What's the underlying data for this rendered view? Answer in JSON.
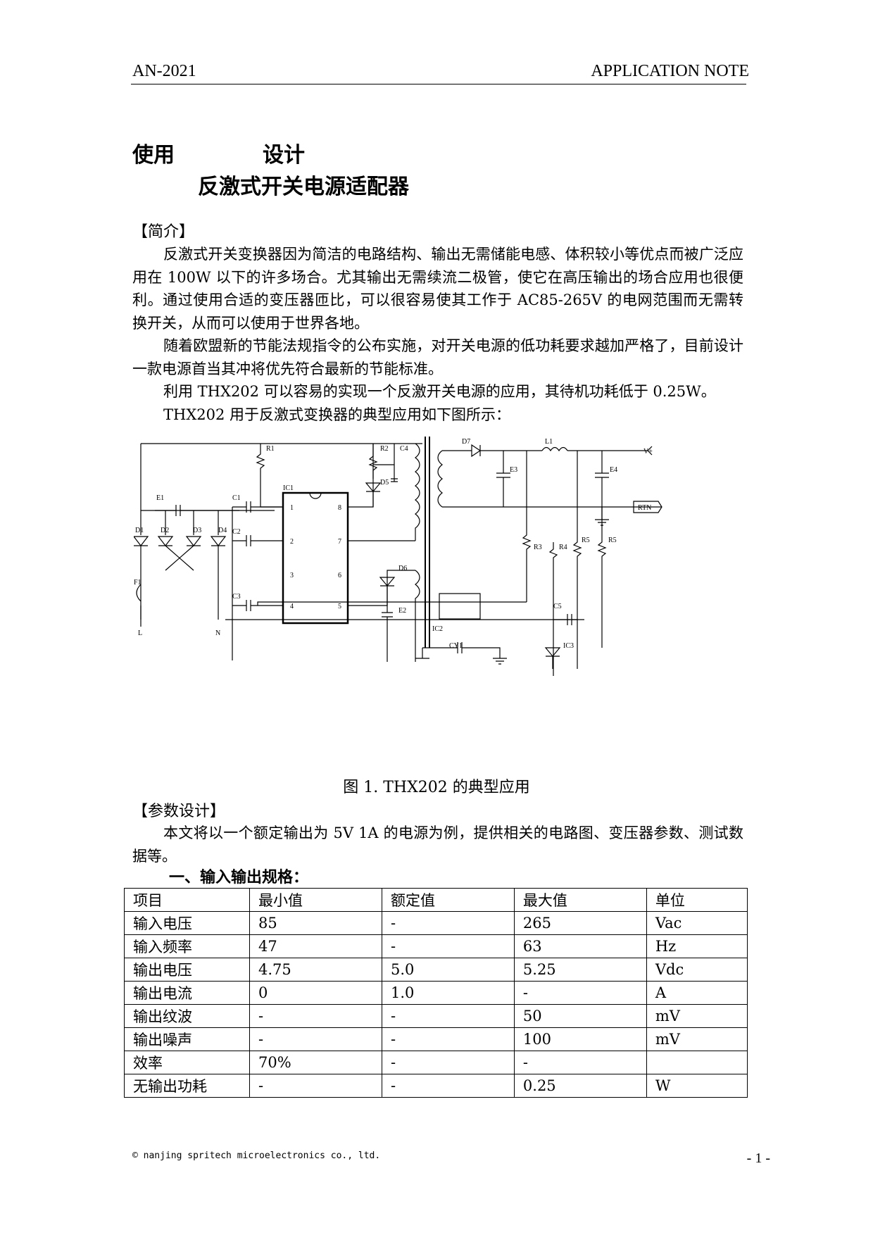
{
  "header": {
    "doc_id": "AN-2021",
    "doc_type": "APPLICATION NOTE"
  },
  "title": {
    "line1_a": "使用",
    "line1_b": "设计",
    "line2": "反激式开关电源适配器"
  },
  "intro": {
    "heading": "【简介】",
    "paragraphs": [
      "反激式开关变换器因为简洁的电路结构、输出无需储能电感、体积较小等优点而被广泛应用在 100W 以下的许多场合。尤其输出无需续流二极管，使它在高压输出的场合应用也很便利。通过使用合适的变压器匝比，可以很容易使其工作于 AC85-265V 的电网范围而无需转换开关，从而可以使用于世界各地。",
      "随着欧盟新的节能法规指令的公布实施，对开关电源的低功耗要求越加严格了，目前设计一款电源首当其冲将优先符合最新的节能标准。",
      "利用 THX202 可以容易的实现一个反激开关电源的应用，其待机功耗低于 0.25W。",
      "THX202 用于反激式变换器的典型应用如下图所示："
    ]
  },
  "figure": {
    "caption": "图 1. THX202 的典型应用",
    "labels": {
      "R1": "R1",
      "R2": "R2",
      "R3": "R3",
      "R4": "R4",
      "R5": "R5",
      "R6": "R5",
      "C1": "C1",
      "C2": "C2",
      "C3": "C3",
      "C4": "C4",
      "C5": "C5",
      "D1": "D1",
      "D2": "D2",
      "D3": "D3",
      "D4": "D4",
      "D5": "D5",
      "D6": "D6",
      "D7": "D7",
      "E1": "E1",
      "E2": "E2",
      "E3": "E3",
      "E4": "E4",
      "F1": "F1",
      "L1": "L1",
      "IC1": "IC1",
      "IC2": "IC2",
      "IC3": "IC3",
      "CY1": "CY1",
      "L": "L",
      "N": "N",
      "VPLUS": "V+",
      "RTN": "RTN",
      "pin1": "1",
      "pin2": "2",
      "pin3": "3",
      "pin4": "4",
      "pin5": "5",
      "pin6": "6",
      "pin7": "7",
      "pin8": "8"
    }
  },
  "params": {
    "heading": "【参数设计】",
    "paragraph": "本文将以一个额定输出为 5V 1A 的电源为例，提供相关的电路图、变压器参数、测试数据等。",
    "subheading": "一、输入输出规格：",
    "table": {
      "headers": [
        "项目",
        "最小值",
        "额定值",
        "最大值",
        "单位"
      ],
      "rows": [
        [
          "输入电压",
          "85",
          "-",
          "265",
          "Vac"
        ],
        [
          "输入频率",
          "47",
          "-",
          "63",
          "Hz"
        ],
        [
          "输出电压",
          "4.75",
          "5.0",
          "5.25",
          "Vdc"
        ],
        [
          "输出电流",
          "0",
          "1.0",
          "-",
          "A"
        ],
        [
          "输出纹波",
          "-",
          "-",
          "50",
          "mV"
        ],
        [
          "输出噪声",
          "-",
          "-",
          "100",
          "mV"
        ],
        [
          "效率",
          "70%",
          "-",
          "-",
          ""
        ],
        [
          "无输出功耗",
          "-",
          "-",
          "0.25",
          "W"
        ]
      ]
    }
  },
  "footer": {
    "company": "nanjing spritech microelectronics co., ltd.",
    "copyright_symbol": "©",
    "page": "- 1 -"
  }
}
